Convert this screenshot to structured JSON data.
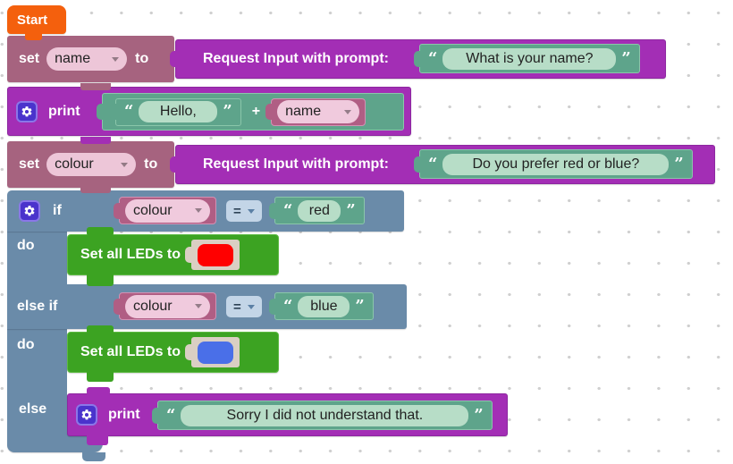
{
  "palette": {
    "start_orange": "#F4600D",
    "variable_mauve": "#A6637F",
    "function_purple": "#A32EB5",
    "string_teal": "#5EA48B",
    "logic_blue": "#6A8BA9",
    "led_green": "#3CA322",
    "led_red_swatch": "#FF0000",
    "led_blue_swatch": "#4A6FE8"
  },
  "blocks": {
    "start": {
      "label": "Start"
    },
    "set_name": {
      "set": "set",
      "variable": "name",
      "to": "to"
    },
    "request_name": {
      "label": "Request Input with prompt:",
      "open_quote": "“",
      "text": "What is your name?",
      "close_quote": "”"
    },
    "print_hello": {
      "label": "print",
      "open_quote": "“",
      "text": "Hello,",
      "close_quote": "”",
      "operator": "+",
      "variable": "name"
    },
    "set_colour": {
      "set": "set",
      "variable": "colour",
      "to": "to"
    },
    "request_colour": {
      "label": "Request Input with prompt:",
      "open_quote": "“",
      "text": "Do you prefer red or blue?",
      "close_quote": "”"
    },
    "if_block": {
      "if": "if",
      "do": "do",
      "else_if": "else if",
      "do2": "do",
      "else": "else"
    },
    "cond_red": {
      "variable": "colour",
      "operator": "=",
      "open_quote": "“",
      "text": "red",
      "close_quote": "”"
    },
    "cond_blue": {
      "variable": "colour",
      "operator": "=",
      "open_quote": "“",
      "text": "blue",
      "close_quote": "”"
    },
    "led_red": {
      "label": "Set all LEDs to",
      "color": "#FF0000"
    },
    "led_blue": {
      "label": "Set all LEDs to",
      "color": "#4A6FE8"
    },
    "print_sorry": {
      "label": "print",
      "open_quote": "“",
      "text": "Sorry I did not understand that.",
      "close_quote": "”"
    }
  }
}
